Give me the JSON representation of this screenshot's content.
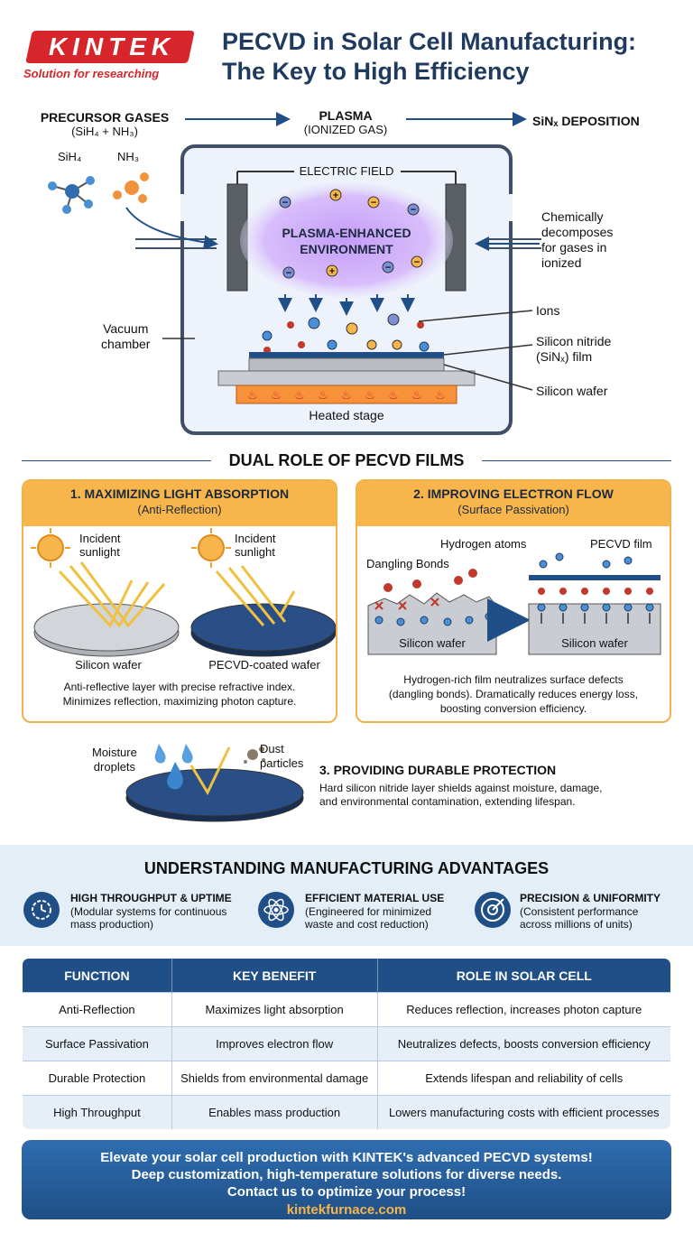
{
  "brand": {
    "logo_text": "KINTEK",
    "tagline": "Solution for researching"
  },
  "header": {
    "title_line1": "PECVD in Solar Cell Manufacturing:",
    "title_line2": "The Key to High Efficiency"
  },
  "process_flow": {
    "step1_label": "PRECURSOR GASES",
    "step1_sub": "(SiH₄ + NH₃)",
    "step2_label": "PLASMA",
    "step2_sub": "(IONIZED GAS)",
    "step3_label": "SiNₓ DEPOSITION"
  },
  "chamber": {
    "molecule1": "SiH₄",
    "molecule2": "NH₃",
    "electric_field": "ELECTRIC FIELD",
    "plasma_line1": "PLASMA-ENHANCED",
    "plasma_line2": "ENVIRONMENT",
    "note_line1": "Chemically",
    "note_line2": "decomposes",
    "note_line3": "for gases in",
    "note_line4": "ionized",
    "vacuum_line1": "Vacuum",
    "vacuum_line2": "chamber",
    "ions": "Ions",
    "film_line1": "Silicon nitride",
    "film_line2": "(SiNₓ) film",
    "wafer": "Silicon wafer",
    "stage": "Heated stage"
  },
  "dual_role": {
    "title": "DUAL ROLE OF PECVD FILMS",
    "card1": {
      "title": "1. MAXIMIZING LIGHT ABSORPTION",
      "subtitle": "(Anti-Reflection)",
      "sun_left_1": "Incident",
      "sun_left_2": "sunlight",
      "sun_right_1": "Incident",
      "sun_right_2": "sunlight",
      "wafer_left": "Silicon wafer",
      "wafer_right": "PECVD-coated wafer",
      "desc_line1": "Anti-reflective layer with precise refractive index.",
      "desc_line2": "Minimizes reflection, maximizing photon capture."
    },
    "card2": {
      "title": "2. IMPROVING ELECTRON FLOW",
      "subtitle": "(Surface Passivation)",
      "hydrogen": "Hydrogen atoms",
      "film": "PECVD film",
      "dangling": "Dangling Bonds",
      "wafer_left": "Silicon wafer",
      "wafer_right": "Silicon wafer",
      "desc_line1": "Hydrogen-rich film neutralizes surface defects",
      "desc_line2": "(dangling bonds). Dramatically reduces energy loss,",
      "desc_line3": "boosting conversion efficiency."
    },
    "card3": {
      "moisture_1": "Moisture",
      "moisture_2": "droplets",
      "dust_1": "Dust",
      "dust_2": "particles",
      "title": "3. PROVIDING DURABLE PROTECTION",
      "desc_line1": "Hard silicon nitride layer shields against moisture, damage,",
      "desc_line2": "and environmental contamination, extending lifespan."
    }
  },
  "advantages": {
    "title": "UNDERSTANDING MANUFACTURING ADVANTAGES",
    "items": [
      {
        "title": "HIGH THROUGHPUT & UPTIME",
        "sub1": "(Modular systems for continuous",
        "sub2": "mass production)",
        "icon": "gear-clock-icon"
      },
      {
        "title": "EFFICIENT MATERIAL USE",
        "sub1": "(Engineered for minimized",
        "sub2": "waste and cost reduction)",
        "icon": "atom-icon"
      },
      {
        "title": "PRECISION & UNIFORMITY",
        "sub1": "(Consistent performance",
        "sub2": "across millions of units)",
        "icon": "target-icon"
      }
    ]
  },
  "table": {
    "headers": [
      "FUNCTION",
      "KEY BENEFIT",
      "ROLE IN SOLAR CELL"
    ],
    "rows": [
      [
        "Anti-Reflection",
        "Maximizes light absorption",
        "Reduces reflection, increases photon capture"
      ],
      [
        "Surface Passivation",
        "Improves electron flow",
        "Neutralizes defects, boosts conversion efficiency"
      ],
      [
        "Durable Protection",
        "Shields from environmental damage",
        "Extends lifespan and reliability of cells"
      ],
      [
        "High Throughput",
        "Enables mass production",
        "Lowers manufacturing costs with efficient processes"
      ]
    ]
  },
  "cta": {
    "line1": "Elevate your solar cell production with KINTEK's advanced PECVD systems!",
    "line2": "Deep customization, high-temperature solutions for diverse needs.",
    "line3": "Contact us to optimize your process!",
    "url": "kintekfurnace.com"
  },
  "colors": {
    "navy": "#1f4f86",
    "orange": "#f7b54b",
    "red": "#d6262b",
    "plasma": "#b58cf0"
  }
}
